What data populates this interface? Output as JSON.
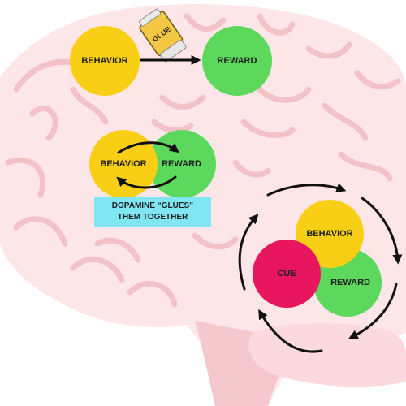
{
  "colors": {
    "brain_fill": "#fde6e7",
    "brain_fold": "#f2c2c8",
    "behavior": "#f9cf15",
    "reward": "#5cd95d",
    "cue": "#e8165e",
    "caption_bg": "#7fe6f2"
  },
  "glue_label": "GLUE",
  "top": {
    "behavior": "BEHAVIOR",
    "reward": "REWARD"
  },
  "middle": {
    "behavior": "BEHAVIOR",
    "reward": "REWARD",
    "caption_line1": "DOPAMINE “GLUES”",
    "caption_line2": "THEM TOGETHER"
  },
  "loop": {
    "behavior": "BEHAVIOR",
    "cue": "CUE",
    "reward": "REWARD"
  }
}
